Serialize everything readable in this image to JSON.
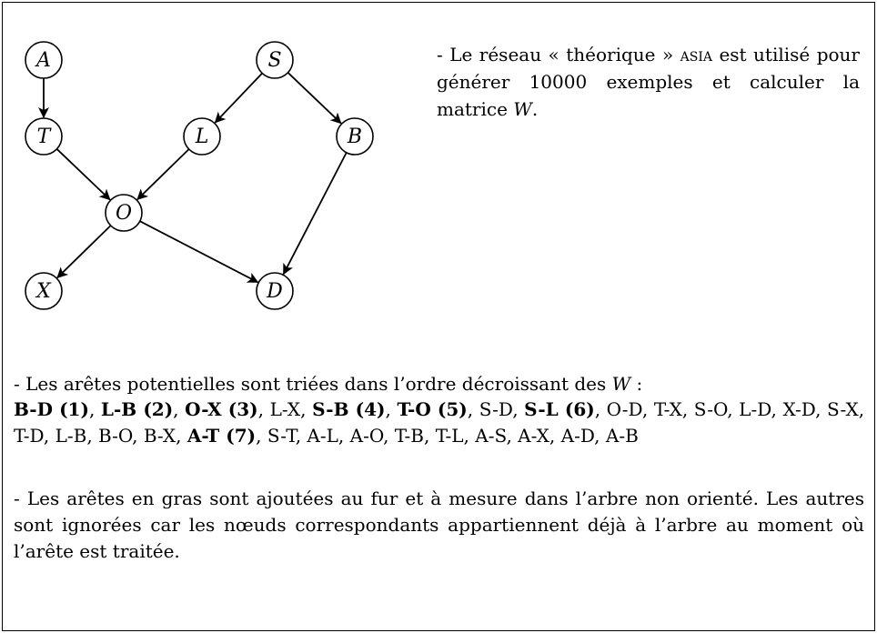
{
  "diagram": {
    "nodes": [
      {
        "id": "A",
        "label": "A"
      },
      {
        "id": "S",
        "label": "S"
      },
      {
        "id": "T",
        "label": "T"
      },
      {
        "id": "L",
        "label": "L"
      },
      {
        "id": "B",
        "label": "B"
      },
      {
        "id": "O",
        "label": "O"
      },
      {
        "id": "X",
        "label": "X"
      },
      {
        "id": "D",
        "label": "D"
      }
    ],
    "edges": [
      {
        "from": "A",
        "to": "T"
      },
      {
        "from": "S",
        "to": "L"
      },
      {
        "from": "S",
        "to": "B"
      },
      {
        "from": "T",
        "to": "O"
      },
      {
        "from": "L",
        "to": "O"
      },
      {
        "from": "O",
        "to": "X"
      },
      {
        "from": "O",
        "to": "D"
      },
      {
        "from": "B",
        "to": "D"
      }
    ]
  },
  "description": {
    "prefix": "- Le réseau « théorique » ",
    "network_name": "asia",
    "middle": " est utilisé pour générer 10000 exemples et calculer la matrice ",
    "matrix": "W",
    "suffix": "."
  },
  "edges_intro": {
    "text": "- Les arêtes potentielles sont triées dans l’ordre décroissant des ",
    "matrix": "W",
    "suffix": " :"
  },
  "edge_list": [
    {
      "text": "B-D (1)",
      "bold": true
    },
    {
      "text": "L-B (2)",
      "bold": true
    },
    {
      "text": "O-X (3)",
      "bold": true
    },
    {
      "text": "L-X",
      "bold": false
    },
    {
      "text": "S-B (4)",
      "bold": true
    },
    {
      "text": "T-O (5)",
      "bold": true
    },
    {
      "text": "S-D",
      "bold": false
    },
    {
      "text": "S-L (6)",
      "bold": true
    },
    {
      "text": "O-D",
      "bold": false
    },
    {
      "text": "T-X",
      "bold": false
    },
    {
      "text": "S-O",
      "bold": false
    },
    {
      "text": "L-D",
      "bold": false
    },
    {
      "text": "X-D",
      "bold": false
    },
    {
      "text": "S-X",
      "bold": false
    },
    {
      "text": "T-D",
      "bold": false
    },
    {
      "text": "L-B",
      "bold": false
    },
    {
      "text": "B-O",
      "bold": false
    },
    {
      "text": "B-X",
      "bold": false
    },
    {
      "text": "A-T (7)",
      "bold": true
    },
    {
      "text": "S-T",
      "bold": false
    },
    {
      "text": "A-L",
      "bold": false
    },
    {
      "text": "A-O",
      "bold": false
    },
    {
      "text": "T-B",
      "bold": false
    },
    {
      "text": "T-L",
      "bold": false
    },
    {
      "text": "A-S",
      "bold": false
    },
    {
      "text": "A-X",
      "bold": false
    },
    {
      "text": "A-D",
      "bold": false
    },
    {
      "text": "A-B",
      "bold": false
    }
  ],
  "note": "- Les arêtes en gras sont ajoutées au fur et à mesure dans l’arbre non orienté. Les autres sont ignorées car les nœuds correspondants appartiennent déjà à l’arbre au moment où l’arête est traitée."
}
